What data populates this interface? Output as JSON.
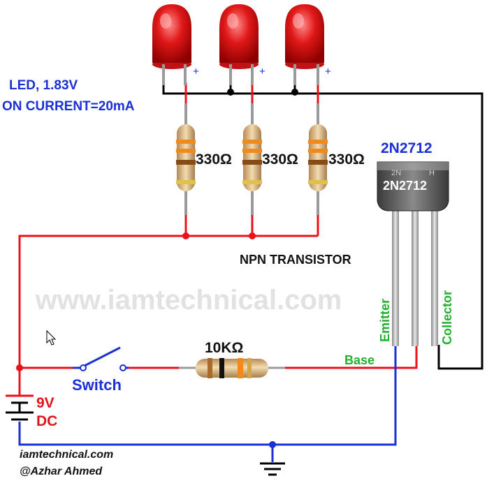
{
  "led": {
    "spec_line1": "LED, 1.83V",
    "spec_line2": "ON CURRENT=20mA",
    "plus": "+"
  },
  "resistors": {
    "r1": "330Ω",
    "r2": "330Ω",
    "r3": "330Ω",
    "base_resistor": "10KΩ"
  },
  "transistor": {
    "part_number": "2N2712",
    "body_marking": "2N2712",
    "body_small_1": "2N",
    "body_small_2": "H",
    "type_label": "NPN TRANSISTOR",
    "emitter": "Emitter",
    "collector": "Collector",
    "base": "Base"
  },
  "switch_label": "Switch",
  "battery": {
    "voltage": "9V",
    "type": "DC"
  },
  "watermark": "www.iamtechnical.com",
  "credits": {
    "site": "iamtechnical.com",
    "author": "@Azhar Ahmed"
  },
  "colors": {
    "wire_red": "#e8121b",
    "wire_black": "#000000",
    "wire_blue": "#1a2fd6",
    "label_blue": "#1b2fd6",
    "label_green": "#22b02e",
    "label_red": "#e0141b"
  }
}
